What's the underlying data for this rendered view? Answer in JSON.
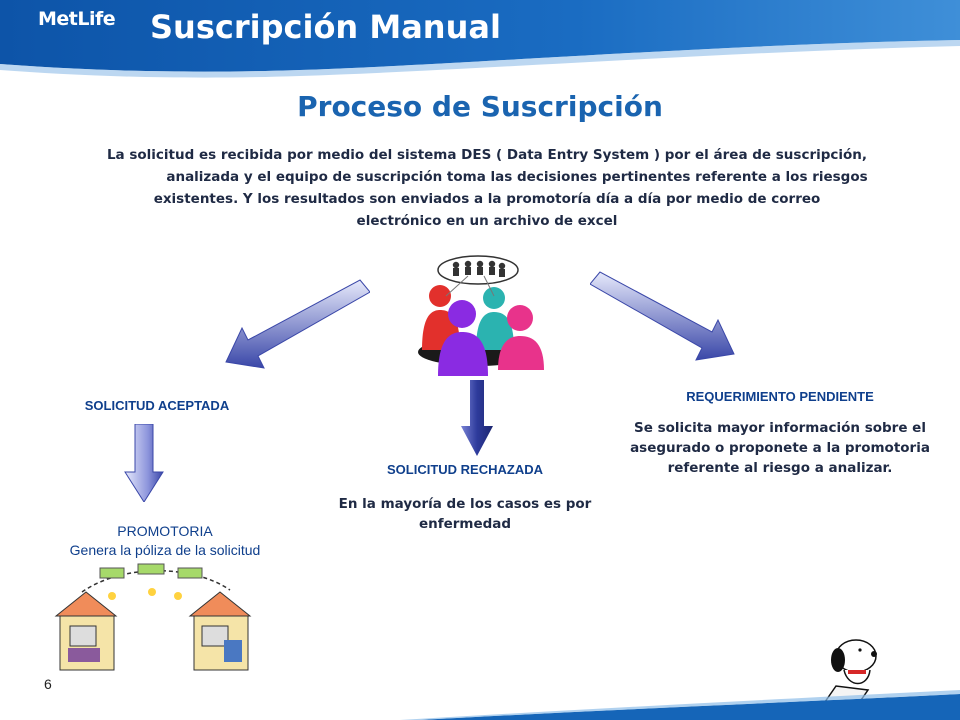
{
  "header": {
    "logo": "MetLife",
    "title": "Suscripción Manual"
  },
  "section_title": "Proceso de Suscripción",
  "intro_lines": [
    "La solicitud es recibida por medio del sistema DES ( Data Entry System ) por el área de suscripción,",
    "analizada y el equipo de suscripción toma las decisiones pertinentes referente a los riesgos",
    "existentes. Y los resultados son enviados a la promotoría día a día por medio de correo",
    "electrónico en un archivo de excel"
  ],
  "branches": {
    "accepted": {
      "heading": "SOLICITUD ACEPTADA"
    },
    "rejected": {
      "heading": "SOLICITUD RECHAZADA",
      "body": "En la mayoría de los casos es por enfermedad"
    },
    "pending": {
      "heading": "REQUERIMIENTO PENDIENTE",
      "body": "Se solicita mayor información sobre el asegurado o proponete a la promotoria referente al riesgo a analizar."
    }
  },
  "promotoria": {
    "heading": "PROMOTORIA",
    "body": "Genera la póliza de la solicitud"
  },
  "page_number": "6",
  "colors": {
    "header_blue": "#1565b8",
    "title_blue": "#1a64b0",
    "arrow_light": "#c6cdf2",
    "arrow_dark": "#2c3a9a"
  },
  "icons": [
    "team-meeting-icon",
    "office-network-icon",
    "snoopy-laptop-icon"
  ]
}
